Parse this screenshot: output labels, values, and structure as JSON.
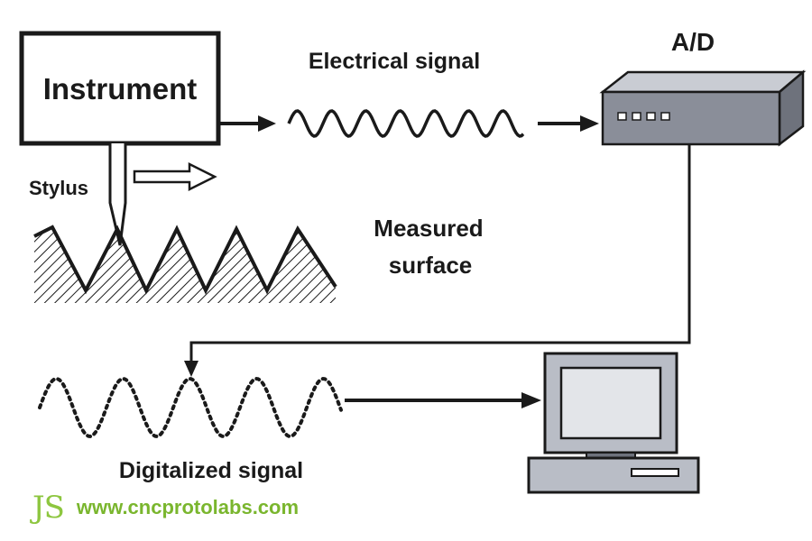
{
  "labels": {
    "instrument": "Instrument",
    "stylus": "Stylus",
    "electrical_signal": "Electrical signal",
    "ad": "A/D",
    "measured_surface_line1": "Measured",
    "measured_surface_line2": "surface",
    "digitalized_signal": "Digitalized signal"
  },
  "watermark": {
    "logo": "JS",
    "url": "www.cncprotolabs.com"
  },
  "colors": {
    "line": "#1a1a1a",
    "device_body": "#8a8e99",
    "device_top": "#c9ccd3",
    "watermark": "#7ab62e"
  }
}
